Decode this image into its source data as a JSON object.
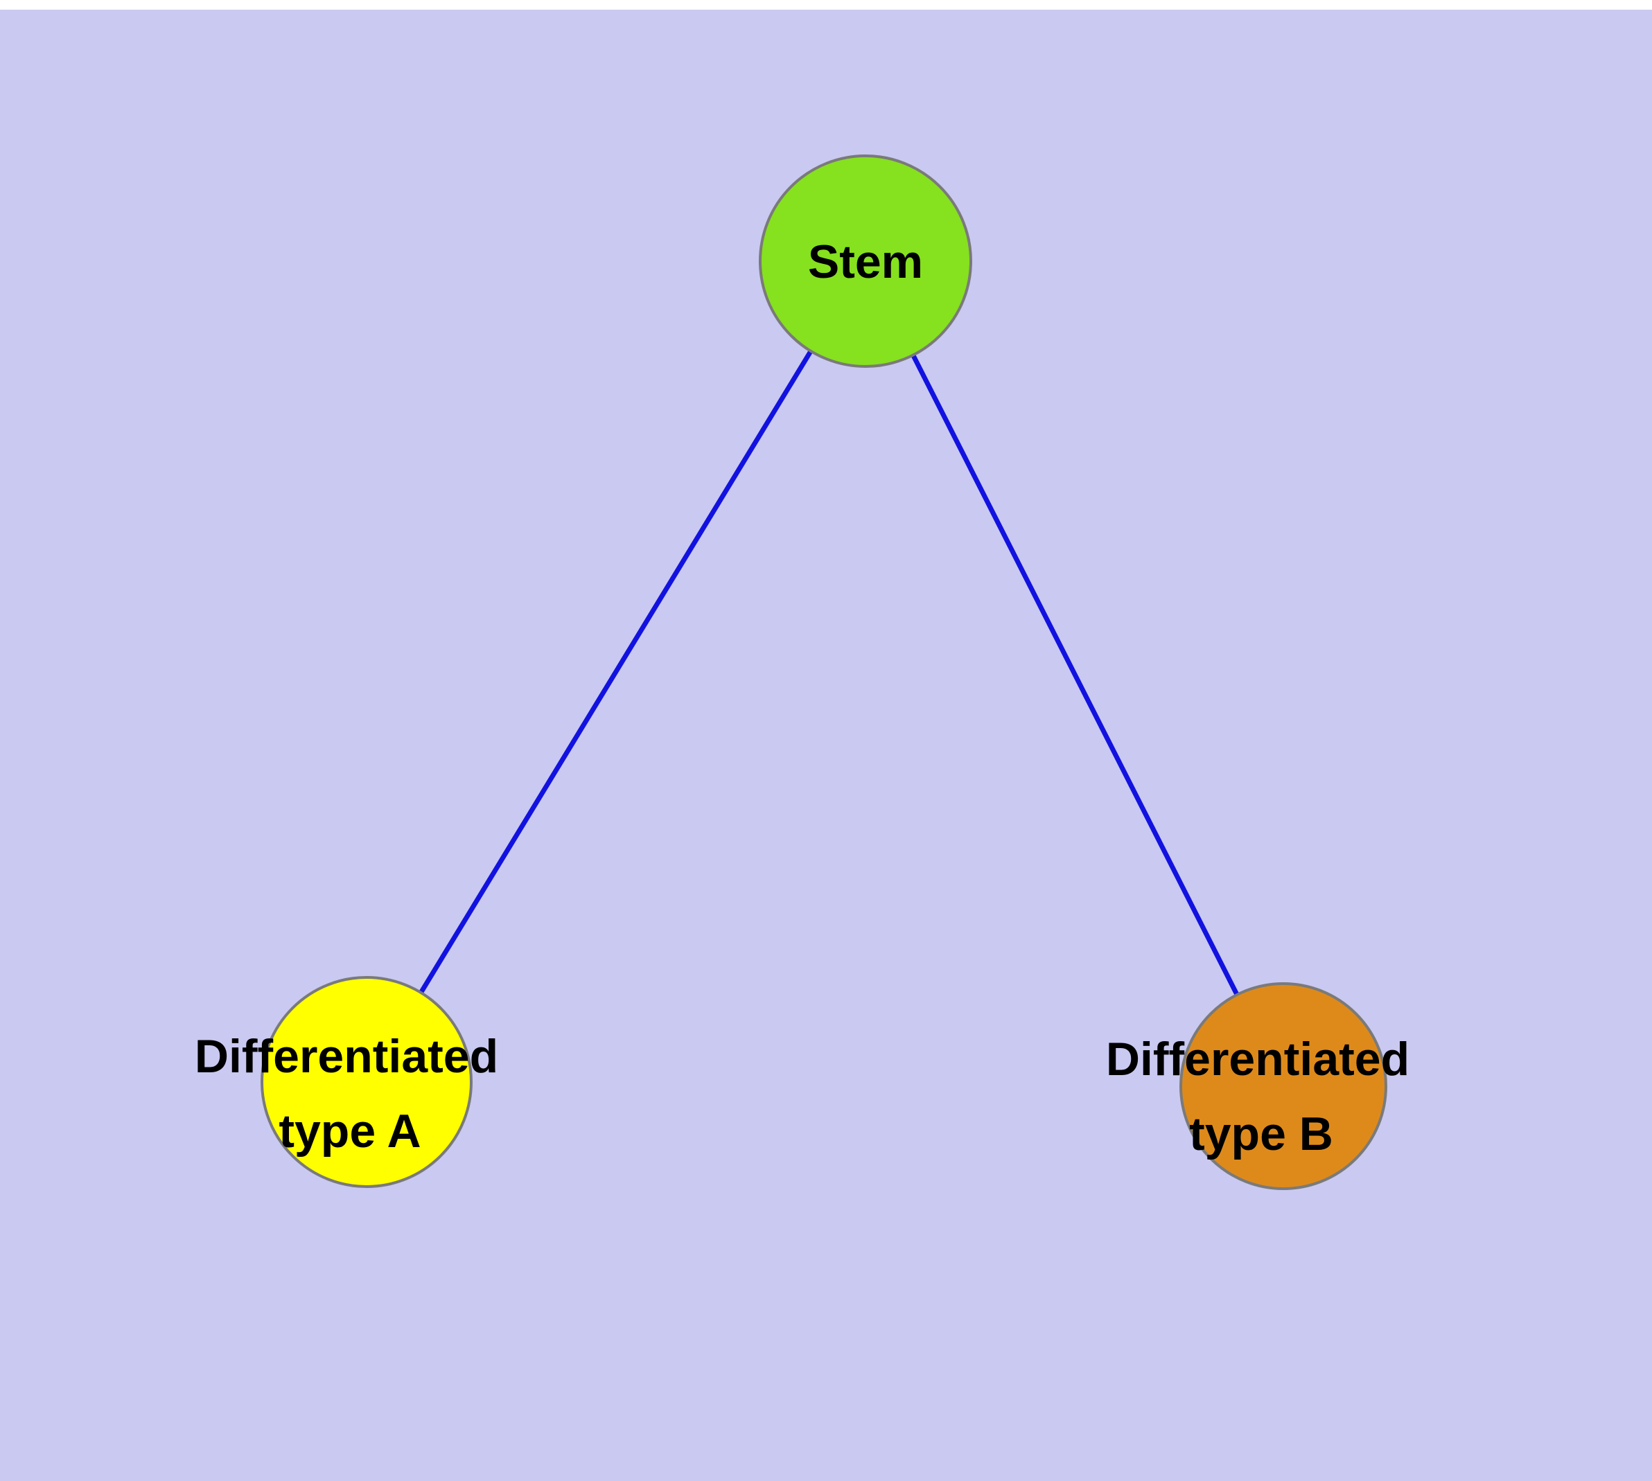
{
  "diagram": {
    "background_color": "#c9c9f1",
    "edge_color": "#1212e0",
    "node_border_color": "#7a7a7a",
    "text_color": "#000000",
    "nodes": [
      {
        "id": "stem",
        "label": "Stem",
        "fill": "#86e11e"
      },
      {
        "id": "differentiated-type-a",
        "label_line1": "Differentiated",
        "label_line2": "type A",
        "fill": "#ffff00"
      },
      {
        "id": "differentiated-type-b",
        "label_line1": "Differentiated",
        "label_line2": "type B",
        "fill": "#de8a1b"
      }
    ],
    "edges": [
      {
        "from": "Stem",
        "to": "Differentiated type A"
      },
      {
        "from": "Stem",
        "to": "Differentiated type B"
      }
    ]
  }
}
